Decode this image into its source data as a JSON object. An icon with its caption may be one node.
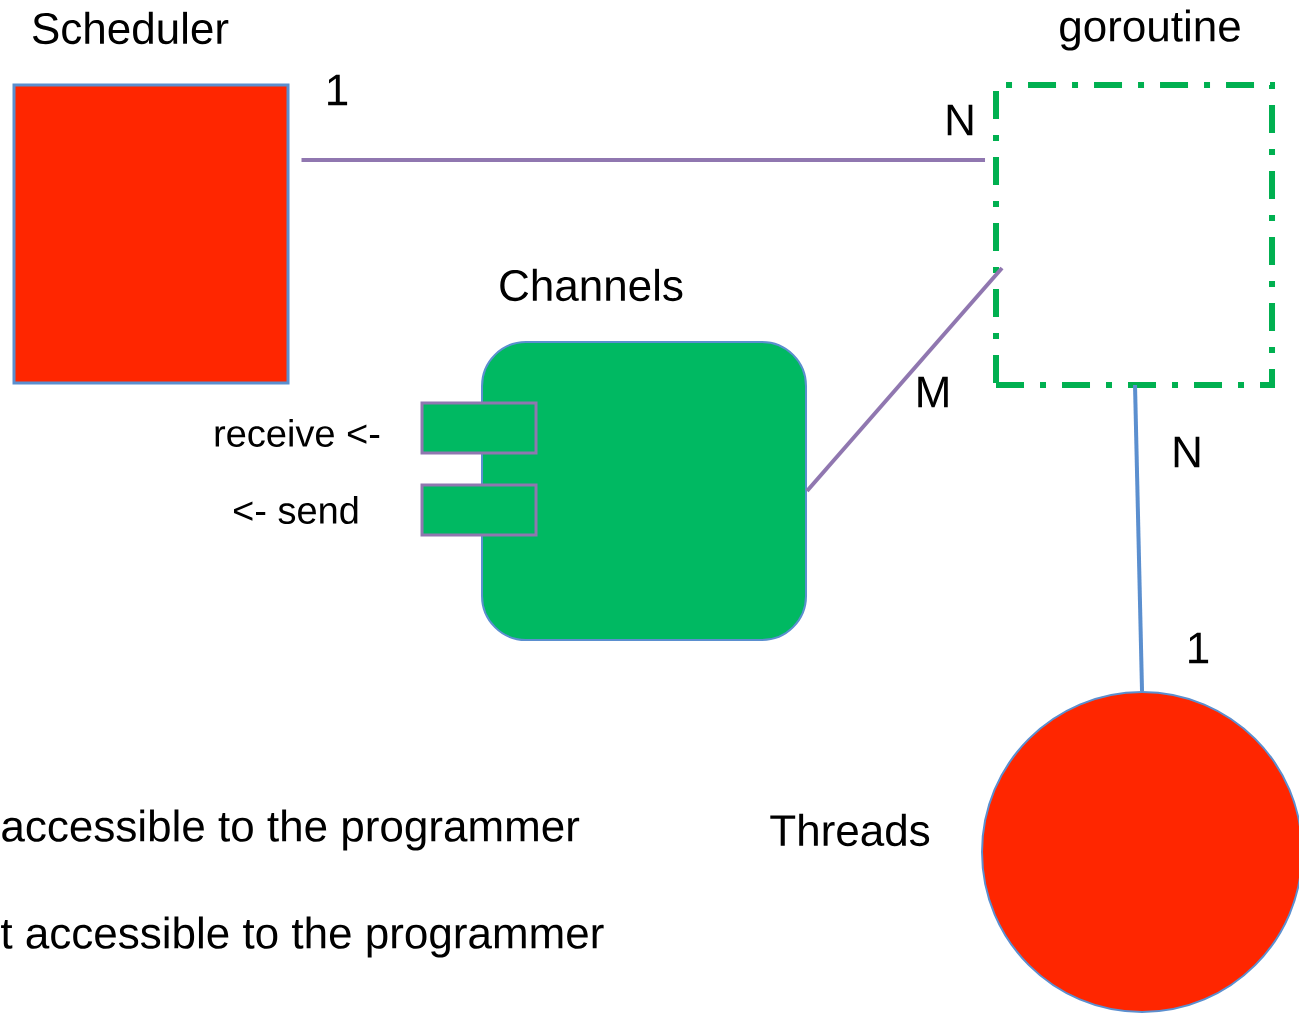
{
  "diagram": {
    "nodes": [
      {
        "text": [
          "Scheduler"
        ]
      },
      {
        "text": [
          "goroutine"
        ]
      },
      {
        "text": [
          "Channels"
        ]
      },
      {
        "text": [],
        "shape": "box",
        "beside": [
          "receive <-"
        ]
      },
      {
        "text": [],
        "shape": "box",
        "beside": [
          "<- send"
        ]
      },
      {
        "text": [],
        "shape": "circle",
        "beside": [
          "Threads"
        ]
      }
    ],
    "edges": [
      {
        "from": 0,
        "to": 1,
        "arrow": "none"
      },
      {
        "from": 2,
        "to": 1,
        "arrow": "none"
      },
      {
        "from": 1,
        "to": 5,
        "arrow": "none",
        "color": "#5b8fcf"
      }
    ],
    "labels": [
      "1",
      "N",
      "M",
      "N",
      "1",
      "accessible to the programmer",
      "t accessible to the programmer"
    ]
  }
}
